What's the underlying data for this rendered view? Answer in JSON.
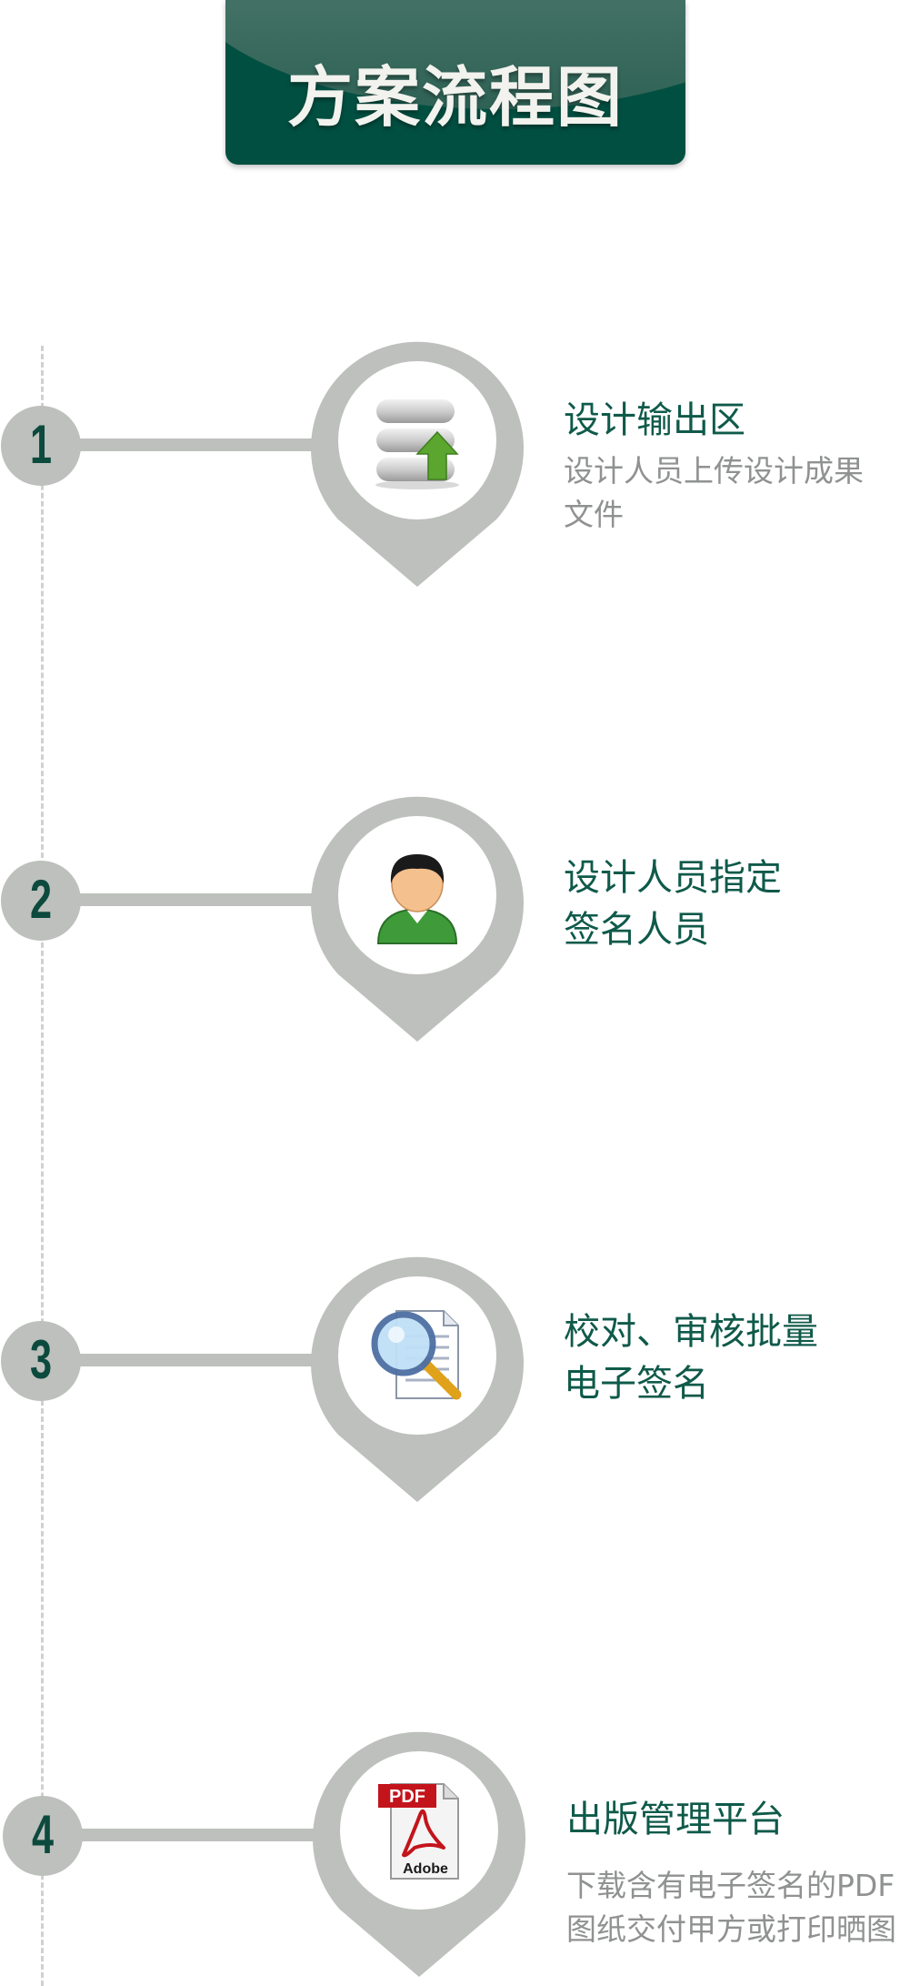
{
  "banner": {
    "title": "方案流程图"
  },
  "steps": [
    {
      "number": "1",
      "icon": "database-upload-icon",
      "heading": "设计输出区",
      "description": "设计人员上传设计成果文件"
    },
    {
      "number": "2",
      "icon": "user-avatar-icon",
      "heading": "设计人员指定签名人员",
      "description": ""
    },
    {
      "number": "3",
      "icon": "document-magnifier-icon",
      "heading": "校对、审核批量电子签名",
      "description": ""
    },
    {
      "number": "4",
      "icon": "pdf-document-icon",
      "heading": "出版管理平台",
      "description": "下载含有电子签名的PDF图纸交付甲方或打印晒图"
    }
  ],
  "pdf_icon": {
    "label_top": "PDF",
    "label_bottom": "Adobe"
  },
  "colors": {
    "dark_green": "#004f41",
    "heading_green": "#0f5a4a",
    "pin_gray": "#bdc0bc",
    "text_gray": "#8f9290"
  }
}
